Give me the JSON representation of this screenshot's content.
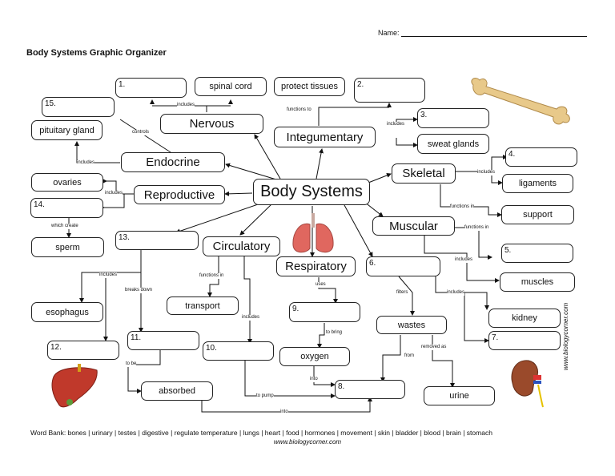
{
  "header": {
    "name_label": "Name:",
    "title": "Body Systems Graphic Organizer"
  },
  "center": "Body Systems",
  "systems": {
    "nervous": "Nervous",
    "integumentary": "Integumentary",
    "endocrine": "Endocrine",
    "skeletal": "Skeletal",
    "reproductive": "Reproductive",
    "muscular": "Muscular",
    "circulatory": "Circulatory",
    "respiratory": "Respiratory"
  },
  "boxes": {
    "spinal_cord": "spinal cord",
    "protect_tissues": "protect tissues",
    "pituitary_gland": "pituitary gland",
    "sweat_glands": "sweat glands",
    "ovaries": "ovaries",
    "ligaments": "ligaments",
    "support": "support",
    "sperm": "sperm",
    "muscles": "muscles",
    "esophagus": "esophagus",
    "transport": "transport",
    "kidney": "kidney",
    "wastes": "wastes",
    "oxygen": "oxygen",
    "absorbed": "absorbed",
    "urine": "urine"
  },
  "numbers": {
    "n1": "1.",
    "n2": "2.",
    "n3": "3.",
    "n4": "4.",
    "n5": "5.",
    "n6": "6.",
    "n7": "7.",
    "n8": "8.",
    "n9": "9.",
    "n10": "10.",
    "n11": "11.",
    "n12": "12.",
    "n13": "13.",
    "n14": "14.",
    "n15": "15."
  },
  "links": {
    "includes": "includes",
    "functions_to": "functions to",
    "controls": "controls",
    "functions_in": "functions in",
    "which_create": "which create",
    "breaks_down": "breaks down",
    "uses": "uses",
    "filters": "filters",
    "to_bring": "to bring",
    "to_be": "to be",
    "from": "from",
    "removed_as": "removed as",
    "into": "into",
    "to_pump": "to pump"
  },
  "word_bank": "Word Bank: bones | urinary | testes | digestive | regulate temperature | lungs | heart | food | hormones | movement | skin | bladder | blood | brain | stomach",
  "footer": "www.biologycorner.com",
  "side_credit": "www.biologycorner.com"
}
